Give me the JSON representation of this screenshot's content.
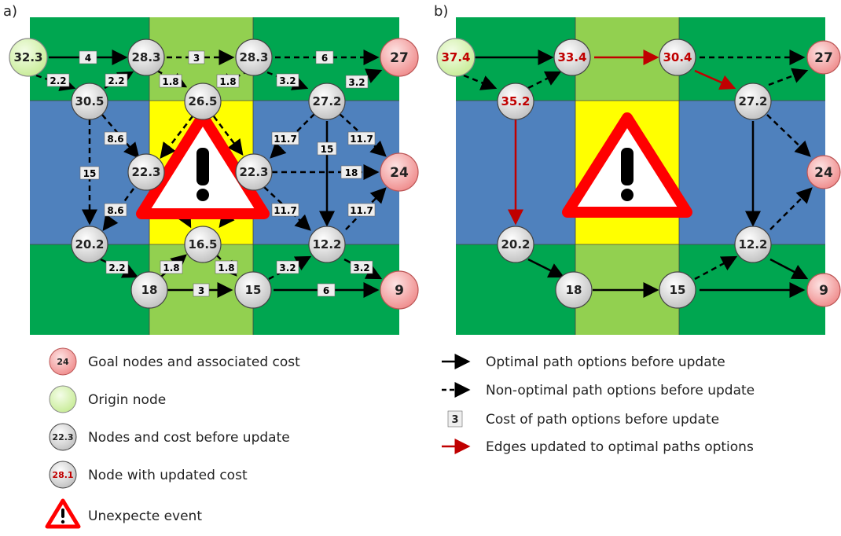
{
  "panels": {
    "a": {
      "label": "a)"
    },
    "b": {
      "label": "b)"
    }
  },
  "colors": {
    "green": "#00a650",
    "light_green": "#92d050",
    "blue": "#4f81bd",
    "yellow": "#ffff00",
    "goal_fill": "#f4a7a7",
    "origin_fill": "#d9f2b0",
    "node_fill": "#d9d9d9",
    "updated_text": "#c00000",
    "updated_edge": "#c00000",
    "warning_red": "#ff0000"
  },
  "panel_a": {
    "nodes": {
      "origin": "32.3",
      "n283a": "28.3",
      "n283b": "28.3",
      "g27": "27",
      "n305": "30.5",
      "n265": "26.5",
      "n272": "27.2",
      "n223a": "22.3",
      "n223b": "22.3",
      "g24": "24",
      "n202": "20.2",
      "n165": "16.5",
      "n122": "12.2",
      "n18": "18",
      "n15": "15",
      "g9": "9"
    },
    "edge_costs": {
      "e1": "4",
      "e2": "3",
      "e3": "6",
      "e4": "2.2",
      "e5": "2.2",
      "e6": "1.8",
      "e7": "1.8",
      "e8": "3.2",
      "e9": "3.2",
      "e10": "8.6",
      "e11": "15",
      "e12": "8.6",
      "e13": "11.7",
      "e14": "15",
      "e15": "11.7",
      "e16": "18",
      "e17": "11.7",
      "e18": "11.7",
      "e19": "2.2",
      "e20": "1.8",
      "e21": "1.8",
      "e22": "3.2",
      "e23": "3.2",
      "e24": "3",
      "e25": "6"
    }
  },
  "panel_b": {
    "nodes": {
      "origin": "37.4",
      "n334": "33.4",
      "n304": "30.4",
      "g27": "27",
      "n352": "35.2",
      "n272": "27.2",
      "g24": "24",
      "n202": "20.2",
      "n122": "12.2",
      "n18": "18",
      "n15": "15",
      "g9": "9"
    }
  },
  "legend_left": [
    {
      "sample": "24",
      "text": "Goal nodes and associated cost"
    },
    {
      "sample": "",
      "text": "Origin node"
    },
    {
      "sample": "22.3",
      "text": "Nodes and cost before update"
    },
    {
      "sample": "28.1",
      "text": "Node with updated cost"
    },
    {
      "sample": "",
      "text": "Unexpecte event"
    }
  ],
  "legend_right": [
    {
      "text": "Optimal path options before update"
    },
    {
      "text": "Non-optimal path options before update"
    },
    {
      "sample": "3",
      "text": "Cost of  path options before update"
    },
    {
      "text": "Edges updated to optimal paths options"
    }
  ]
}
